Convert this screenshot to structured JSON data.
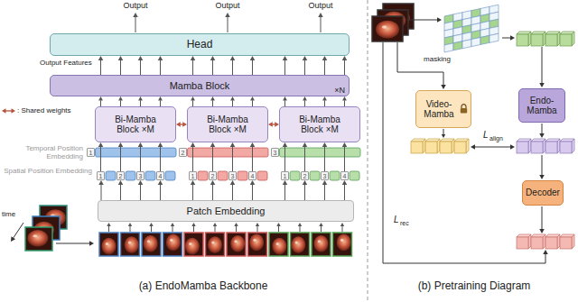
{
  "diagram": {
    "nodes": [
      {
        "text": [
          "Head"
        ]
      },
      {
        "text": [
          "Mamba Block",
          "×N"
        ]
      },
      {
        "text": [
          "Bi-Mamba Block",
          "×M"
        ]
      },
      {
        "text": [
          "Bi-Mamba Block",
          "×M"
        ]
      },
      {
        "text": [
          "Bi-Mamba Block",
          "×M"
        ]
      },
      {
        "text": [
          "1"
        ]
      },
      {
        "text": [
          "2"
        ]
      },
      {
        "text": [
          "3"
        ]
      },
      {
        "text": [
          "1"
        ]
      },
      {
        "text": [
          "2"
        ]
      },
      {
        "text": [
          "3"
        ]
      },
      {
        "text": [
          "4"
        ]
      },
      {
        "text": [
          "1"
        ]
      },
      {
        "text": [
          "2"
        ]
      },
      {
        "text": [
          "3"
        ]
      },
      {
        "text": [
          "4"
        ]
      },
      {
        "text": [
          "1"
        ]
      },
      {
        "text": [
          "2"
        ]
      },
      {
        "text": [
          "3"
        ]
      },
      {
        "text": [
          "4"
        ]
      },
      {
        "text": [
          "Patch Embedding"
        ]
      },
      {
        "text": [
          "Video-Mamba"
        ]
      },
      {
        "text": [
          "Endo-Mamba"
        ]
      },
      {
        "text": [
          "Decoder"
        ]
      }
    ],
    "edges": [
      {
        "from": 2,
        "to": 3,
        "arrow": "both"
      },
      {
        "from": 3,
        "to": 4,
        "arrow": "both"
      },
      {
        "from": 1,
        "to": 0,
        "arrow": "to"
      },
      {
        "from": 1,
        "to": 0,
        "arrow": "to"
      },
      {
        "from": 1,
        "to": 0,
        "arrow": "to"
      },
      {
        "from": 1,
        "to": 0,
        "arrow": "to"
      },
      {
        "from": 1,
        "to": 0,
        "arrow": "to"
      },
      {
        "from": 1,
        "to": 0,
        "arrow": "to"
      },
      {
        "from": 1,
        "to": 0,
        "arrow": "to"
      },
      {
        "from": 1,
        "to": 0,
        "arrow": "to"
      },
      {
        "from": 1,
        "to": 0,
        "arrow": "to"
      },
      {
        "from": 1,
        "to": 0,
        "arrow": "to"
      },
      {
        "from": 1,
        "to": 0,
        "arrow": "to"
      },
      {
        "from": 1,
        "to": 0,
        "arrow": "to"
      },
      {
        "from": 2,
        "to": 1,
        "arrow": "to"
      },
      {
        "from": 2,
        "to": 1,
        "arrow": "to"
      },
      {
        "from": 2,
        "to": 1,
        "arrow": "to"
      },
      {
        "from": 2,
        "to": 1,
        "arrow": "to"
      },
      {
        "from": 3,
        "to": 1,
        "arrow": "to"
      },
      {
        "from": 3,
        "to": 1,
        "arrow": "to"
      },
      {
        "from": 3,
        "to": 1,
        "arrow": "to"
      },
      {
        "from": 3,
        "to": 1,
        "arrow": "to"
      },
      {
        "from": 4,
        "to": 1,
        "arrow": "to"
      },
      {
        "from": 4,
        "to": 1,
        "arrow": "to"
      },
      {
        "from": 4,
        "to": 1,
        "arrow": "to"
      },
      {
        "from": 4,
        "to": 1,
        "arrow": "to"
      },
      {
        "from": 8,
        "to": 2,
        "arrow": "to"
      },
      {
        "from": 9,
        "to": 2,
        "arrow": "to"
      },
      {
        "from": 10,
        "to": 2,
        "arrow": "to"
      },
      {
        "from": 11,
        "to": 2,
        "arrow": "to"
      },
      {
        "from": 12,
        "to": 3,
        "arrow": "to"
      },
      {
        "from": 13,
        "to": 3,
        "arrow": "to"
      },
      {
        "from": 14,
        "to": 3,
        "arrow": "to"
      },
      {
        "from": 15,
        "to": 3,
        "arrow": "to"
      },
      {
        "from": 16,
        "to": 4,
        "arrow": "to"
      },
      {
        "from": 17,
        "to": 4,
        "arrow": "to"
      },
      {
        "from": 18,
        "to": 4,
        "arrow": "to"
      },
      {
        "from": 19,
        "to": 4,
        "arrow": "to"
      },
      {
        "from": 20,
        "to": 8,
        "arrow": "to"
      },
      {
        "from": 20,
        "to": 9,
        "arrow": "to"
      },
      {
        "from": 20,
        "to": 10,
        "arrow": "to"
      },
      {
        "from": 20,
        "to": 11,
        "arrow": "to"
      },
      {
        "from": 20,
        "to": 12,
        "arrow": "to"
      },
      {
        "from": 20,
        "to": 13,
        "arrow": "to"
      },
      {
        "from": 20,
        "to": 14,
        "arrow": "to"
      },
      {
        "from": 20,
        "to": 15,
        "arrow": "to"
      },
      {
        "from": 20,
        "to": 16,
        "arrow": "to"
      },
      {
        "from": 20,
        "to": 17,
        "arrow": "to"
      },
      {
        "from": 20,
        "to": 18,
        "arrow": "to"
      },
      {
        "from": 20,
        "to": 19,
        "arrow": "to"
      }
    ],
    "labels": [
      "Output",
      "Output",
      "Output",
      "Output Features",
      "Temporal Position Embedding",
      "Spatial Position Embedding",
      "time",
      "(a) EndoMamba Backbone",
      "masking",
      "L",
      "align",
      "L",
      "rec",
      "(b) Pretraining Diagram"
    ],
    "legend": [
      {
        "text": ": Shared weights"
      }
    ]
  }
}
